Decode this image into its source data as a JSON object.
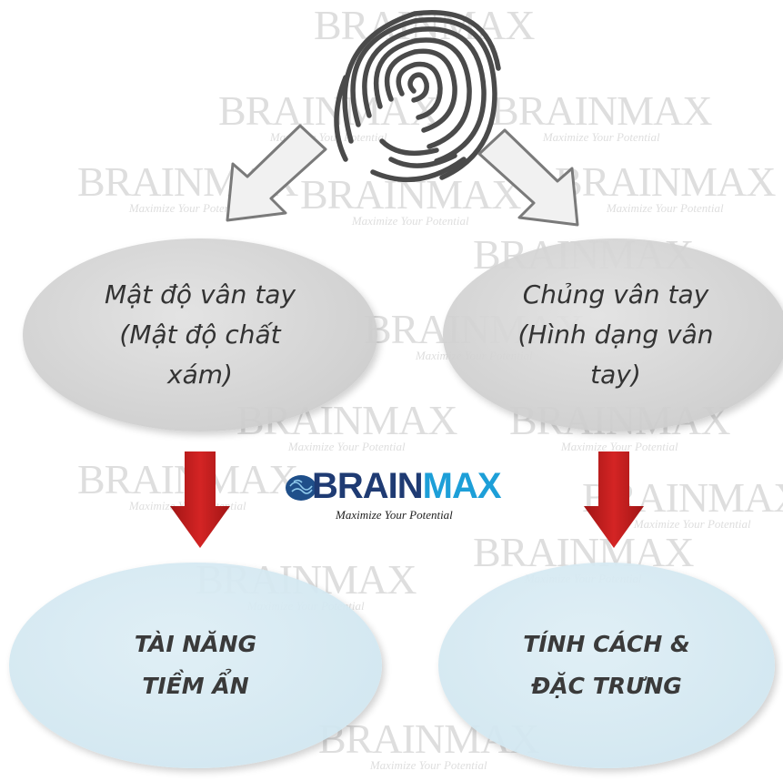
{
  "watermark": {
    "brand": "BRAINMAX",
    "tagline": "Maximize Your Potential"
  },
  "logo": {
    "brand_part1": "BRAIN",
    "brand_part2": "MAX",
    "tagline": "Maximize Your Potential"
  },
  "nodes": {
    "density": "Mật độ vân tay\n(Mật độ chất\nxám)",
    "pattern": "Chủng vân tay\n(Hình dạng vân\ntay)",
    "talent": "TÀI NĂNG\nTIỀM ẨN",
    "personality": "TÍNH CÁCH &\nĐẶC TRƯNG"
  },
  "colors": {
    "grey_node": "#d3d3d3",
    "blue_node": "#d5e8f1",
    "red_arrow": "#c41d1d",
    "logo_dark": "#1f3b73",
    "logo_light": "#1d9fd8"
  }
}
